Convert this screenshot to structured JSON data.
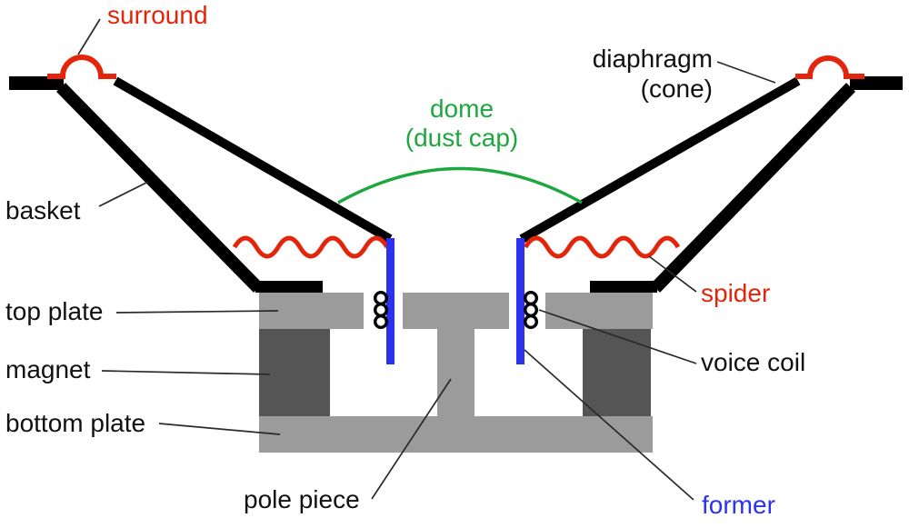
{
  "diagram": {
    "subject": "moving-coil loudspeaker cross-section",
    "labels": {
      "surround": "surround",
      "diaphragm": {
        "line1": "diaphragm",
        "line2": "(cone)"
      },
      "dome": {
        "line1": "dome",
        "line2": "(dust cap)"
      },
      "basket": "basket",
      "top_plate": "top plate",
      "magnet": "magnet",
      "bottom_plate": "bottom plate",
      "pole_piece": "pole piece",
      "spider": "spider",
      "voice_coil": "voice coil",
      "former": "former"
    },
    "colors": {
      "surround_spider_red": "#e3250c",
      "dome_green": "#1ea73e",
      "former_blue": "#2b32ee",
      "cone_basket_black": "#000000",
      "plate_gray": "#9b9b9b",
      "magnet_gray": "#555555",
      "leader_line": "#2a2a2a",
      "label_text": "#111111",
      "background": "#ffffff"
    }
  }
}
